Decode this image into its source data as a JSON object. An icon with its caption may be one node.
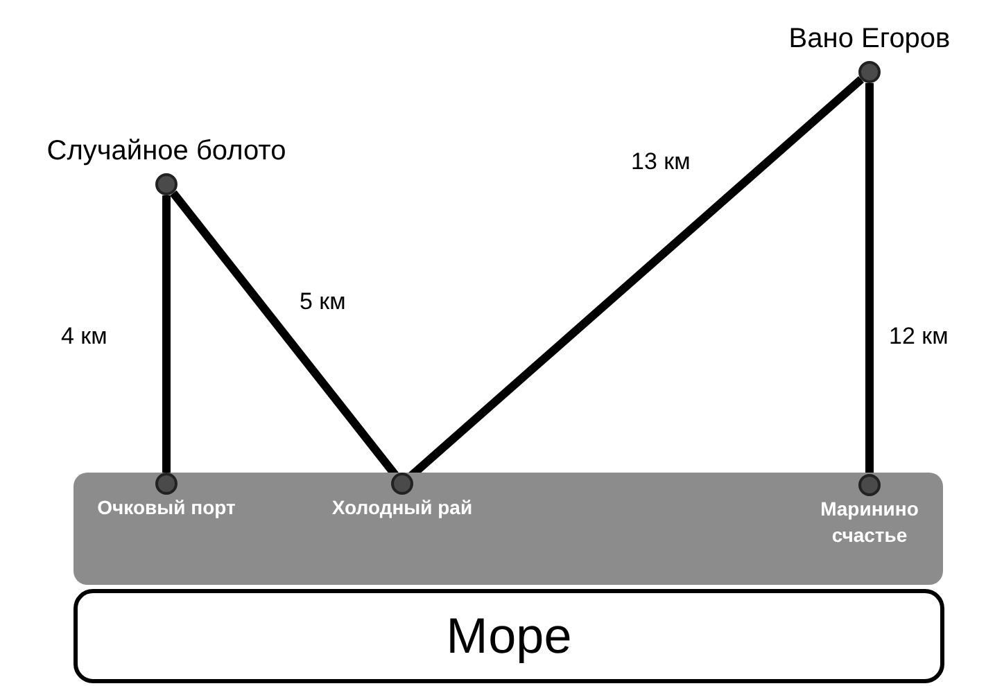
{
  "diagram": {
    "nodes": [
      {
        "text": [
          "Случайное болото"
        ]
      },
      {
        "text": [
          "Вано Егоров"
        ]
      },
      {
        "text": [],
        "shape": "bar"
      },
      {
        "text": [
          "Очковый порт"
        ],
        "in": 2
      },
      {
        "text": [
          "Холодный рай"
        ],
        "in": 2
      },
      {
        "text": [
          "Маринино счастье"
        ],
        "in": 2
      },
      {
        "text": [
          "Море"
        ]
      }
    ],
    "edges": [
      {
        "from": 0,
        "to": 3,
        "arrow": "none",
        "label": "4 км"
      },
      {
        "from": 0,
        "to": 4,
        "arrow": "none",
        "label": "5 км"
      },
      {
        "from": 4,
        "to": 1,
        "arrow": "none",
        "label": "13 км"
      },
      {
        "from": 1,
        "to": 5,
        "arrow": "none",
        "label": "12 км"
      }
    ]
  }
}
